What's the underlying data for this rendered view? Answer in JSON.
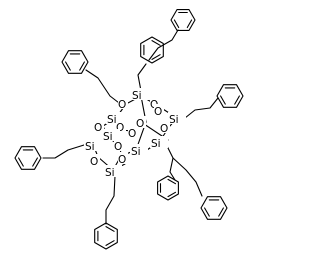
{
  "molecule": {
    "atom_labels": {
      "si": "Si",
      "o": "O"
    },
    "silicon_atoms": [
      "Si",
      "Si",
      "Si",
      "Si",
      "Si",
      "Si",
      "Si",
      "Si"
    ],
    "substituent": "phenethyl",
    "substituent_count": 8,
    "cage": "octasilsesquioxane (T8)"
  }
}
